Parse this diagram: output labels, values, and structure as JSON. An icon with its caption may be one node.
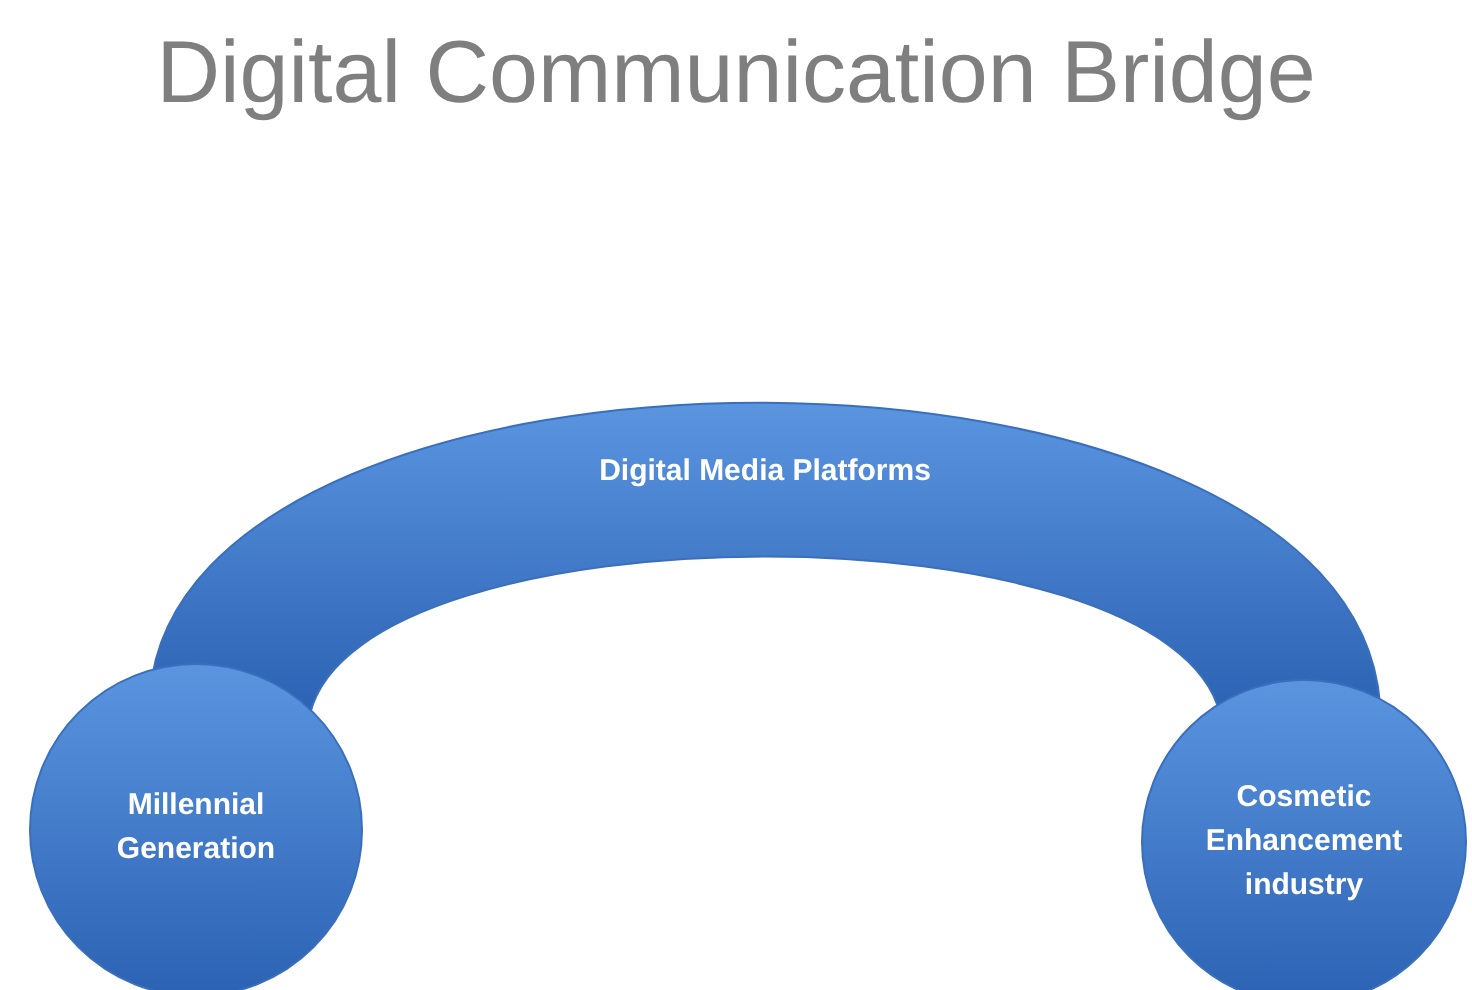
{
  "diagram": {
    "title": "Digital Communication Bridge",
    "nodes": [
      {
        "text": [
          "Digital Media Platforms"
        ]
      },
      {
        "text": [
          "Millennial Generation"
        ]
      },
      {
        "text": [
          "Cosmetic Enhancement industry"
        ]
      }
    ]
  }
}
